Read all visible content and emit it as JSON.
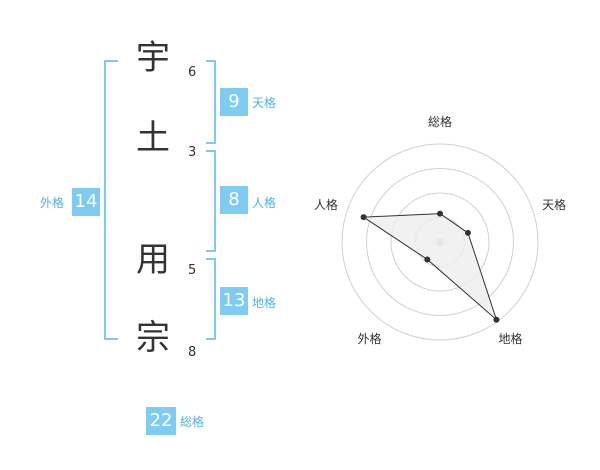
{
  "name_chars": [
    {
      "char": "宇",
      "strokes": "6"
    },
    {
      "char": "土",
      "strokes": "3"
    },
    {
      "char": "用",
      "strokes": "5"
    },
    {
      "char": "宗",
      "strokes": "8"
    }
  ],
  "scores": {
    "tenkaku": {
      "value": "9",
      "label": "天格"
    },
    "jinkaku": {
      "value": "8",
      "label": "人格"
    },
    "chikaku": {
      "value": "13",
      "label": "地格"
    },
    "gaikaku": {
      "value": "14",
      "label": "外格"
    },
    "soukaku": {
      "value": "22",
      "label": "総格"
    }
  },
  "colors": {
    "accent": "#7fcbf2",
    "accent_text": "#4fb1e6",
    "text": "#333333",
    "grid": "#d0d0d0"
  },
  "chart_data": {
    "type": "radar",
    "axes": [
      "総格",
      "天格",
      "地格",
      "外格",
      "人格"
    ],
    "values": [
      0.29,
      0.3,
      0.98,
      0.22,
      0.82
    ],
    "rings": 4,
    "fill": "#eeeeee",
    "stroke": "#333333"
  }
}
